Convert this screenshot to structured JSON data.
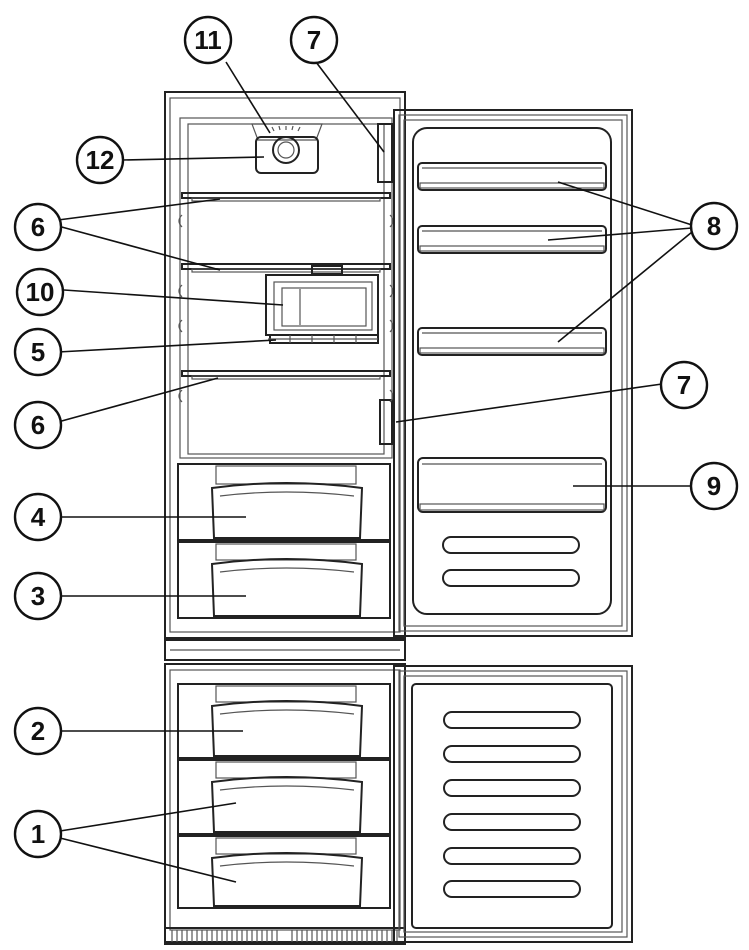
{
  "callouts": {
    "c11": "11",
    "c7a": "7",
    "c12": "12",
    "c6a": "6",
    "c8": "8",
    "c10": "10",
    "c5": "5",
    "c7b": "7",
    "c6b": "6",
    "c9": "9",
    "c4": "4",
    "c3": "3",
    "c2": "2",
    "c1": "1"
  }
}
